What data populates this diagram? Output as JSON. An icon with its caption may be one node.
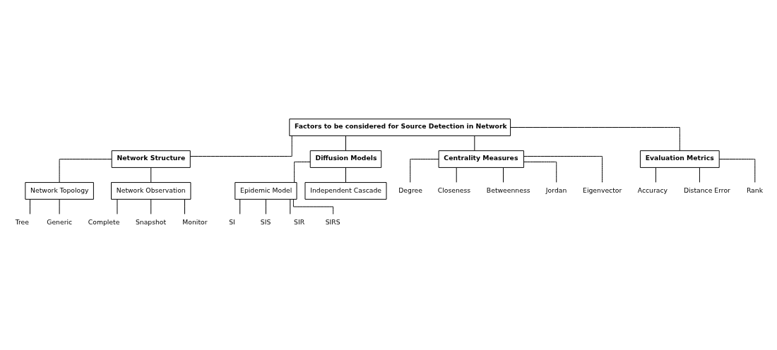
{
  "diagram": {
    "nodes": [
      {
        "text": [
          "Factors to be considered for Source Detection in Network"
        ]
      },
      {
        "text": [
          "Network Structure"
        ]
      },
      {
        "text": [
          "Diffusion Models"
        ]
      },
      {
        "text": [
          "Centrality Measures"
        ]
      },
      {
        "text": [
          "Evaluation Metrics"
        ]
      },
      {
        "text": [
          "Network Topology"
        ]
      },
      {
        "text": [
          "Network Observation"
        ]
      },
      {
        "text": [
          "Tree"
        ]
      },
      {
        "text": [
          "Generic"
        ]
      },
      {
        "text": [
          "Complete"
        ]
      },
      {
        "text": [
          "Snapshot"
        ]
      },
      {
        "text": [
          "Monitor"
        ]
      },
      {
        "text": [
          "Epidemic Model"
        ]
      },
      {
        "text": [
          "Independent Cascade"
        ]
      },
      {
        "text": [
          "SI"
        ]
      },
      {
        "text": [
          "SIS"
        ]
      },
      {
        "text": [
          "SIR"
        ]
      },
      {
        "text": [
          "SIRS"
        ]
      },
      {
        "text": [
          "Degree"
        ]
      },
      {
        "text": [
          "Closeness"
        ]
      },
      {
        "text": [
          "Betweenness"
        ]
      },
      {
        "text": [
          "Jordan"
        ]
      },
      {
        "text": [
          "Eigenvector"
        ]
      },
      {
        "text": [
          "Accuracy"
        ]
      },
      {
        "text": [
          "Distance Error"
        ]
      },
      {
        "text": [
          "Rank"
        ]
      }
    ],
    "edges": [
      {
        "from": 0,
        "to": 1,
        "arrow": "none"
      },
      {
        "from": 0,
        "to": 2,
        "arrow": "none"
      },
      {
        "from": 0,
        "to": 3,
        "arrow": "none"
      },
      {
        "from": 0,
        "to": 4,
        "arrow": "none"
      },
      {
        "from": 1,
        "to": 5,
        "arrow": "none"
      },
      {
        "from": 1,
        "to": 6,
        "arrow": "none"
      },
      {
        "from": 5,
        "to": 7,
        "arrow": "none"
      },
      {
        "from": 5,
        "to": 8,
        "arrow": "none"
      },
      {
        "from": 6,
        "to": 9,
        "arrow": "none"
      },
      {
        "from": 6,
        "to": 10,
        "arrow": "none"
      },
      {
        "from": 6,
        "to": 11,
        "arrow": "none"
      },
      {
        "from": 2,
        "to": 12,
        "arrow": "none"
      },
      {
        "from": 2,
        "to": 13,
        "arrow": "none"
      },
      {
        "from": 12,
        "to": 14,
        "arrow": "none"
      },
      {
        "from": 12,
        "to": 15,
        "arrow": "none"
      },
      {
        "from": 12,
        "to": 16,
        "arrow": "none"
      },
      {
        "from": 12,
        "to": 17,
        "arrow": "none"
      },
      {
        "from": 3,
        "to": 18,
        "arrow": "none"
      },
      {
        "from": 3,
        "to": 19,
        "arrow": "none"
      },
      {
        "from": 3,
        "to": 20,
        "arrow": "none"
      },
      {
        "from": 3,
        "to": 21,
        "arrow": "none"
      },
      {
        "from": 3,
        "to": 22,
        "arrow": "none"
      },
      {
        "from": 4,
        "to": 23,
        "arrow": "none"
      },
      {
        "from": 4,
        "to": 24,
        "arrow": "none"
      },
      {
        "from": 4,
        "to": 25,
        "arrow": "none"
      }
    ]
  }
}
